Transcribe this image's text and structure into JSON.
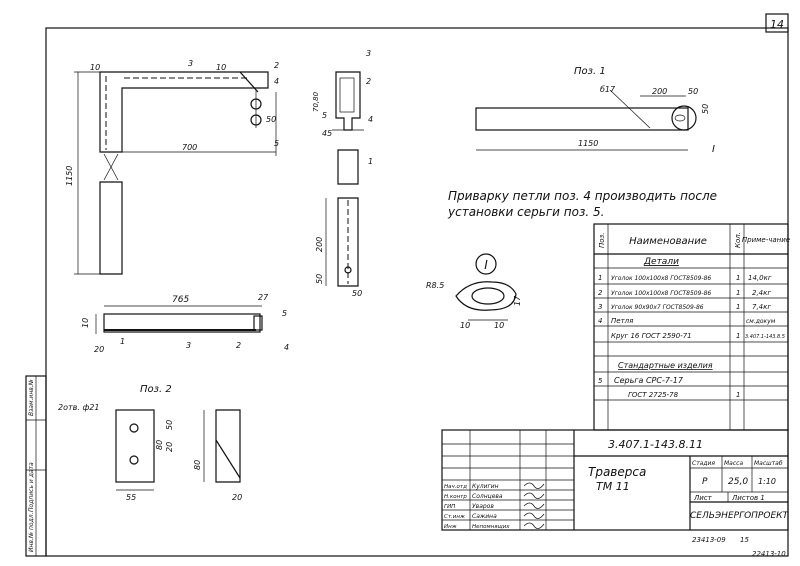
{
  "sheet_number": "14",
  "document_code": "3.407.1-143.8.11",
  "title_line1": "Траверса",
  "title_line2": "ТМ 11",
  "stage_header": "Стадия",
  "mass_header": "Масса",
  "scale_header": "Масштаб",
  "stage_value": "Р",
  "mass_value": "25,0",
  "scale_value": "1:10",
  "sheet_label": "Лист",
  "sheets_label": "Листов 1",
  "org": "СЕЛЬЭНЕРГОПРОЕКТ",
  "stamp_no": "23413-09",
  "stamp_page": "15",
  "corner_code": "22413-10",
  "note_line1": "Приварку петли поз. 4 производить после",
  "note_line2": "установки серьги поз. 5.",
  "signatures": [
    {
      "role": "Нач.отд",
      "name": "Кулигин"
    },
    {
      "role": "Н.контр",
      "name": "Солнцева"
    },
    {
      "role": "ГИП",
      "name": "Уваров"
    },
    {
      "role": "Ст.инж",
      "name": "Сажина"
    },
    {
      "role": "Инж",
      "name": "Непомнящих"
    }
  ],
  "side_labels": [
    "Инв.№ подл.",
    "Подпись и дата",
    "Взам.инв.№"
  ],
  "spec_table": {
    "headers": {
      "pos": "Поз.",
      "name": "Наименование",
      "qty": "Кол.",
      "note": "Приме-чание"
    },
    "section1": "Детали",
    "rows": [
      {
        "pos": "1",
        "name": "Уголок 100х100х8 ГОСТ8509-86",
        "qty": "1",
        "note": "14,0кг"
      },
      {
        "pos": "2",
        "name": "Уголок 100х100х8 ГОСТ8509-86",
        "qty": "1",
        "note": "2,4кг"
      },
      {
        "pos": "3",
        "name": "Уголок 90х90х7 ГОСТ8509-86",
        "qty": "1",
        "note": "7,4кг"
      },
      {
        "pos": "4",
        "name": "Петля",
        "qty": "",
        "note": "см.докум"
      },
      {
        "pos": "",
        "name": "Круг 16 ГОСТ 2590-71",
        "qty": "1",
        "note": "3.407.1-143.8.5"
      }
    ],
    "section2": "Стандартные изделия",
    "rows2": [
      {
        "pos": "5",
        "name": "Серьга СРС-7-17",
        "qty": "",
        "note": ""
      },
      {
        "pos": "",
        "name": "ГОСТ 2725-78",
        "qty": "1",
        "note": ""
      }
    ]
  },
  "drawing": {
    "poz1_title": "Поз. 1",
    "poz2_title": "Поз. 2",
    "detail_mark": "I",
    "dims": {
      "d10a": "10",
      "d3a": "3",
      "d10b": "10",
      "d2a": "2",
      "d4a": "4",
      "d5a": "5",
      "d50a": "50",
      "d700": "700",
      "d1150v": "1150",
      "d70": "70,80",
      "d3b": "3",
      "d2b": "2",
      "d45": "45",
      "d5b": "5",
      "d4b": "4",
      "d1a": "1",
      "d200v": "200",
      "d50b": "50",
      "d50c": "50",
      "d765": "765",
      "d27": "27",
      "d5c": "5",
      "d10c": "10",
      "d20a": "20",
      "d1b": "1",
      "d3c": "3",
      "d2c": "2",
      "d4c": "4",
      "d17": "б17",
      "d200h": "200",
      "d50d": "50",
      "d50e": "50",
      "d1150h": "1150",
      "dI": "I",
      "dR": "R8.5",
      "d17b": "17",
      "d10d": "10",
      "d10e": "10",
      "d2otv": "2отв. ф21",
      "d50f": "50",
      "d80a": "80",
      "d20b": "20",
      "d55": "55",
      "d80b": "80",
      "d20c": "20"
    }
  }
}
